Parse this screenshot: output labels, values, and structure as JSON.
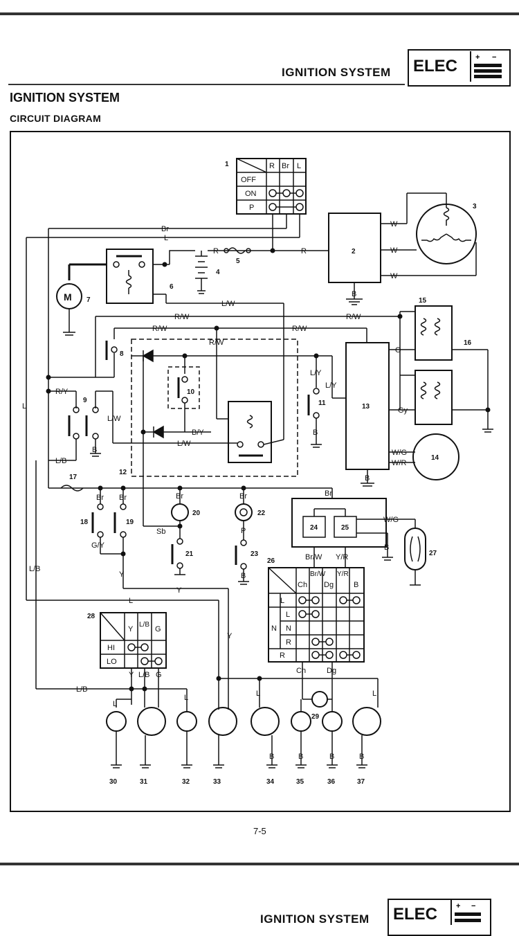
{
  "header": {
    "title": "IGNITION SYSTEM",
    "badge": "ELEC"
  },
  "section_title": "IGNITION SYSTEM",
  "subtitle": "CIRCUIT DIAGRAM",
  "page_number": "7-5",
  "next_page_header": {
    "title": "IGNITION SYSTEM",
    "badge": "ELEC"
  },
  "diagram": {
    "main_switch": {
      "number": "1",
      "columns": [
        "R",
        "Br",
        "L"
      ],
      "rows": [
        "OFF",
        "ON",
        "P"
      ]
    },
    "lights_switch": {
      "number": "26",
      "columns": [
        "Ch",
        "Br/W",
        "Dg",
        "Y/R",
        "B"
      ],
      "rows": [
        "L",
        "L",
        "N",
        "R",
        "R"
      ],
      "mid_label": "N"
    },
    "dimmer_switch": {
      "number": "28",
      "columns": [
        "Y",
        "L/B",
        "G"
      ],
      "rows": [
        "HI",
        "LO"
      ]
    },
    "components": [
      "2",
      "3",
      "4",
      "5",
      "6",
      "7",
      "8",
      "9",
      "10",
      "11",
      "12",
      "13",
      "14",
      "15",
      "16",
      "17",
      "18",
      "19",
      "20",
      "21",
      "22",
      "23",
      "24",
      "25",
      "27",
      "29",
      "30",
      "31",
      "32",
      "33",
      "34",
      "35",
      "36",
      "37"
    ],
    "wire_labels": [
      "Br",
      "L",
      "R",
      "R",
      "W",
      "W",
      "W",
      "B",
      "L/W",
      "R/W",
      "R/W",
      "R/W",
      "R/W",
      "R/W",
      "R/Y",
      "L/W",
      "B",
      "L",
      "L/B",
      "B/Y",
      "L/W",
      "L/Y",
      "L/Y",
      "B",
      "O",
      "Gy",
      "W/G",
      "W/R",
      "B",
      "Br",
      "Br",
      "Br",
      "Br",
      "Br",
      "Sb",
      "P",
      "B",
      "G/Y",
      "Y",
      "Y",
      "L",
      "Br/W",
      "Y/R",
      "W/G",
      "B",
      "L/B",
      "Y",
      "L/B",
      "G",
      "L",
      "Ch",
      "Dg",
      "L",
      "L",
      "Y",
      "B",
      "B",
      "B",
      "B",
      "L/B",
      "L",
      "M"
    ]
  }
}
